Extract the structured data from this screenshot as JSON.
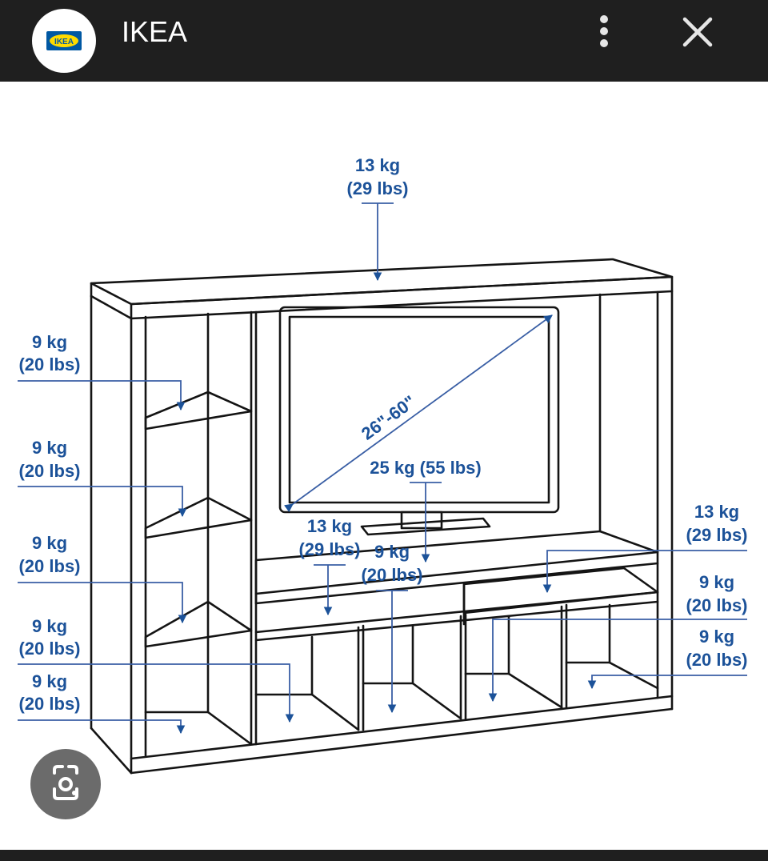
{
  "header": {
    "logo_text": "IKEA",
    "title": "IKEA",
    "logo_colors": {
      "blue": "#0058a3",
      "yellow": "#ffdb00"
    }
  },
  "icons": {
    "menu": "more-vertical-icon",
    "close": "close-icon",
    "lens": "camera-search-icon"
  },
  "colors": {
    "topbar": "#1f1f1f",
    "label_blue": "#1c5299",
    "arrow_blue": "#3a5fa5"
  },
  "diagram": {
    "top": {
      "kg": "13 kg",
      "lbs": "(29 lbs)"
    },
    "left_shelf_1": {
      "kg": "9 kg",
      "lbs": "(20 lbs)"
    },
    "left_shelf_2": {
      "kg": "9 kg",
      "lbs": "(20 lbs)"
    },
    "left_shelf_3": {
      "kg": "9 kg",
      "lbs": "(20 lbs)"
    },
    "left_shelf_4": {
      "kg": "9 kg",
      "lbs": "(20 lbs)"
    },
    "left_shelf_5": {
      "kg": "9 kg",
      "lbs": "(20 lbs)"
    },
    "tv_size": "26\"-60\"",
    "tv_weight": "25 kg (55 lbs)",
    "center_left": {
      "kg": "13 kg",
      "lbs": "(29 lbs)"
    },
    "center_mid": {
      "kg": "9 kg",
      "lbs": "(20 lbs)"
    },
    "right_top": {
      "kg": "13 kg",
      "lbs": "(29 lbs)"
    },
    "right_mid": {
      "kg": "9 kg",
      "lbs": "(20 lbs)"
    },
    "right_low": {
      "kg": "9 kg",
      "lbs": "(20 lbs)"
    }
  }
}
